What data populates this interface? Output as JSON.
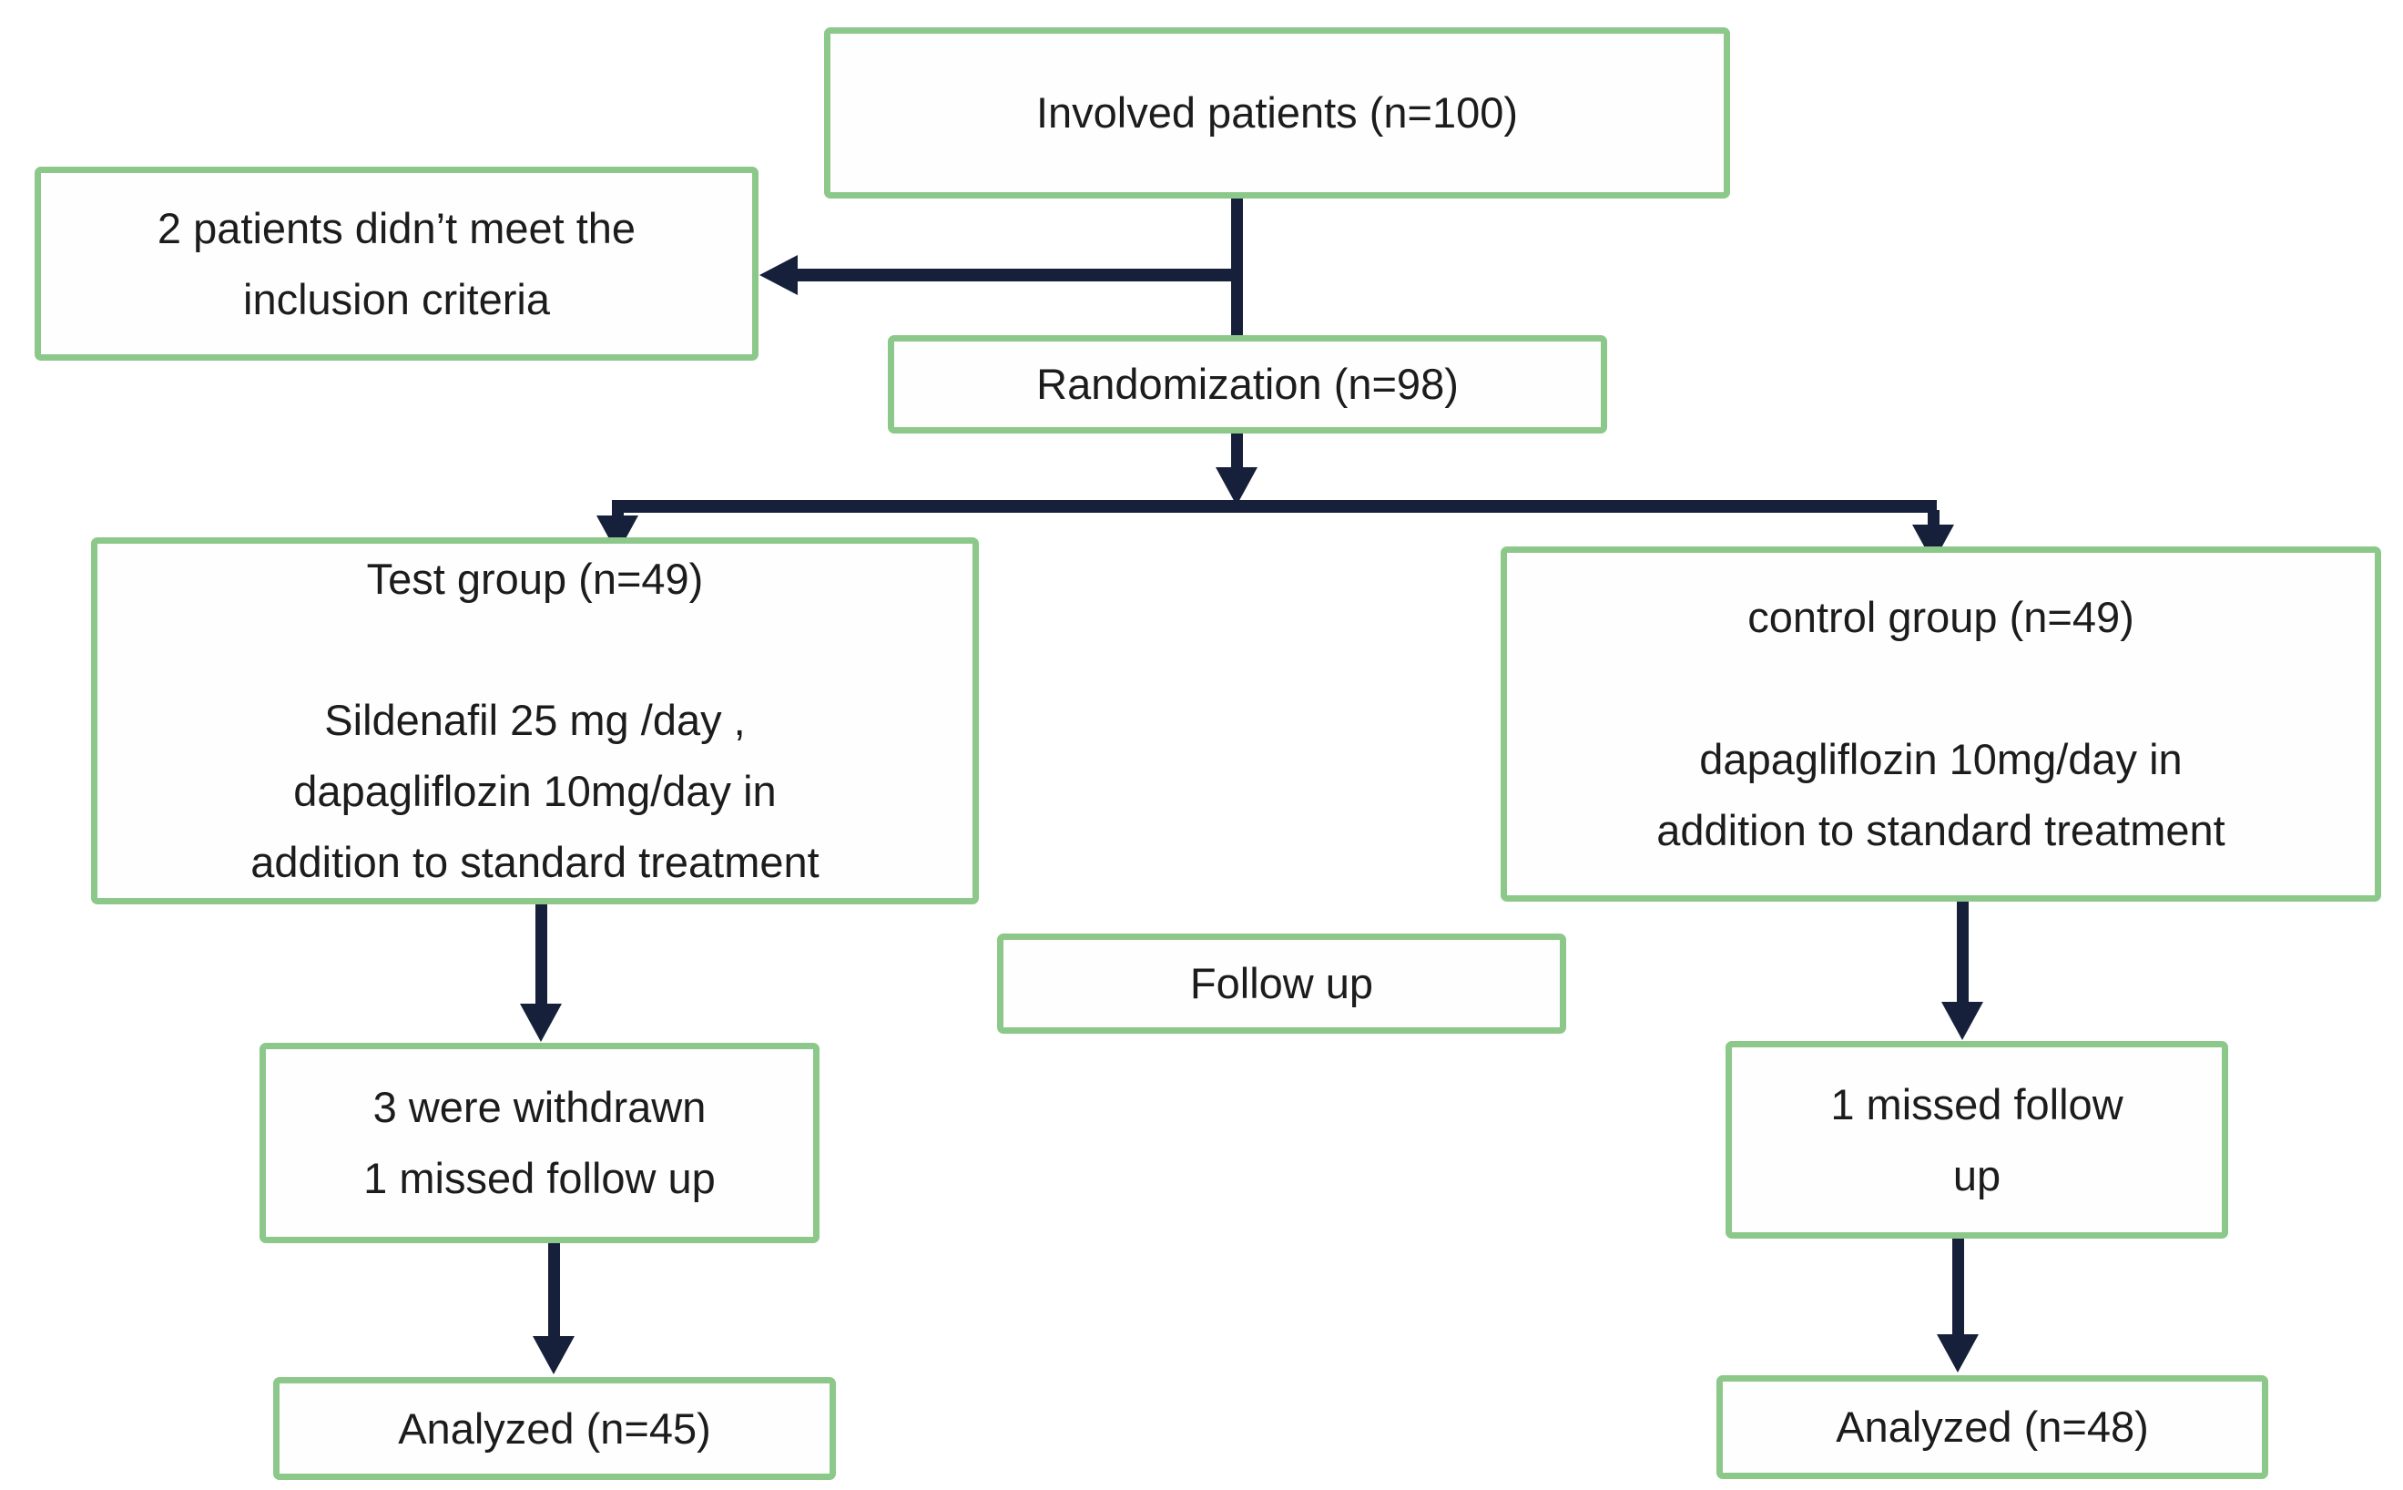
{
  "diagram_type": "consort-flowchart",
  "colors": {
    "box_border": "#8cc88a",
    "arrow": "#16203a",
    "text": "#1c1c1c",
    "background": "#ffffff"
  },
  "nodes": {
    "involved": {
      "label": "Involved patients (n=100)"
    },
    "exclusion": {
      "line1": "2 patients didn’t meet the",
      "line2": "inclusion criteria"
    },
    "randomization": {
      "label": "Randomization (n=98)"
    },
    "test_group": {
      "heading": "Test group (n=49)",
      "line1": "Sildenafil 25 mg /day ,",
      "line2": "dapagliflozin 10mg/day in",
      "line3": "addition to standard treatment"
    },
    "control_group": {
      "heading": "control group (n=49)",
      "line1": "dapagliflozin 10mg/day in",
      "line2": "addition to standard treatment"
    },
    "follow_up": {
      "label": "Follow up"
    },
    "test_withdrawn": {
      "line1": "3 were withdrawn",
      "line2": "1 missed follow up"
    },
    "control_missed": {
      "line1": "1 missed follow",
      "line2": "up"
    },
    "test_analyzed": {
      "label": "Analyzed (n=45)"
    },
    "control_analyzed": {
      "label": "Analyzed (n=48)"
    }
  },
  "edges": [
    {
      "from": "involved",
      "to": "randomization",
      "style": "line"
    },
    {
      "from": "involved-randomization-line",
      "to": "exclusion",
      "style": "arrow-left"
    },
    {
      "from": "randomization",
      "to": "test_group",
      "style": "arrow-down"
    },
    {
      "from": "randomization",
      "to": "control_group",
      "style": "arrow-down"
    },
    {
      "from": "test_group",
      "to": "test_withdrawn",
      "style": "arrow-down"
    },
    {
      "from": "control_group",
      "to": "control_missed",
      "style": "arrow-down"
    },
    {
      "from": "test_withdrawn",
      "to": "test_analyzed",
      "style": "arrow-down"
    },
    {
      "from": "control_missed",
      "to": "control_analyzed",
      "style": "arrow-down"
    }
  ]
}
